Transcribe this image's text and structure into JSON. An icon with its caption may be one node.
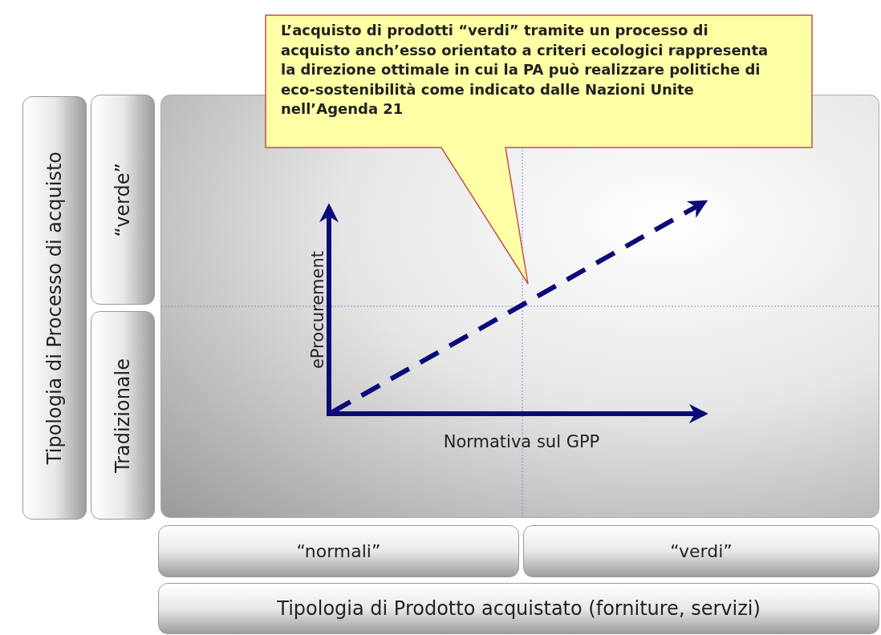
{
  "diagram": {
    "nodes": [
      {
        "text": [
          "Tipologia di Processo di acquisto"
        ]
      },
      {
        "text": [
          "“verde”"
        ]
      },
      {
        "text": [
          "Tradizionale"
        ]
      },
      {
        "text": [],
        "shape": "box"
      },
      {
        "text": [
          "“normali”"
        ]
      },
      {
        "text": [
          "“verdi”"
        ]
      },
      {
        "text": [
          "Tipologia di Prodotto acquistato (forniture, servizi)"
        ]
      },
      {
        "text": [
          "L’acquisto di prodotti “verdi” tramite un processo di acquisto anch’esso orientato a criteri ecologici rappresenta la direzione ottimale in cui la PA può realizzare politiche di eco-sostenibilità come indicato dalle Nazioni Unite nell’Agenda 21"
        ]
      }
    ],
    "edges": [],
    "labels": [
      "eProcurement",
      "Normativa sul GPP"
    ]
  }
}
